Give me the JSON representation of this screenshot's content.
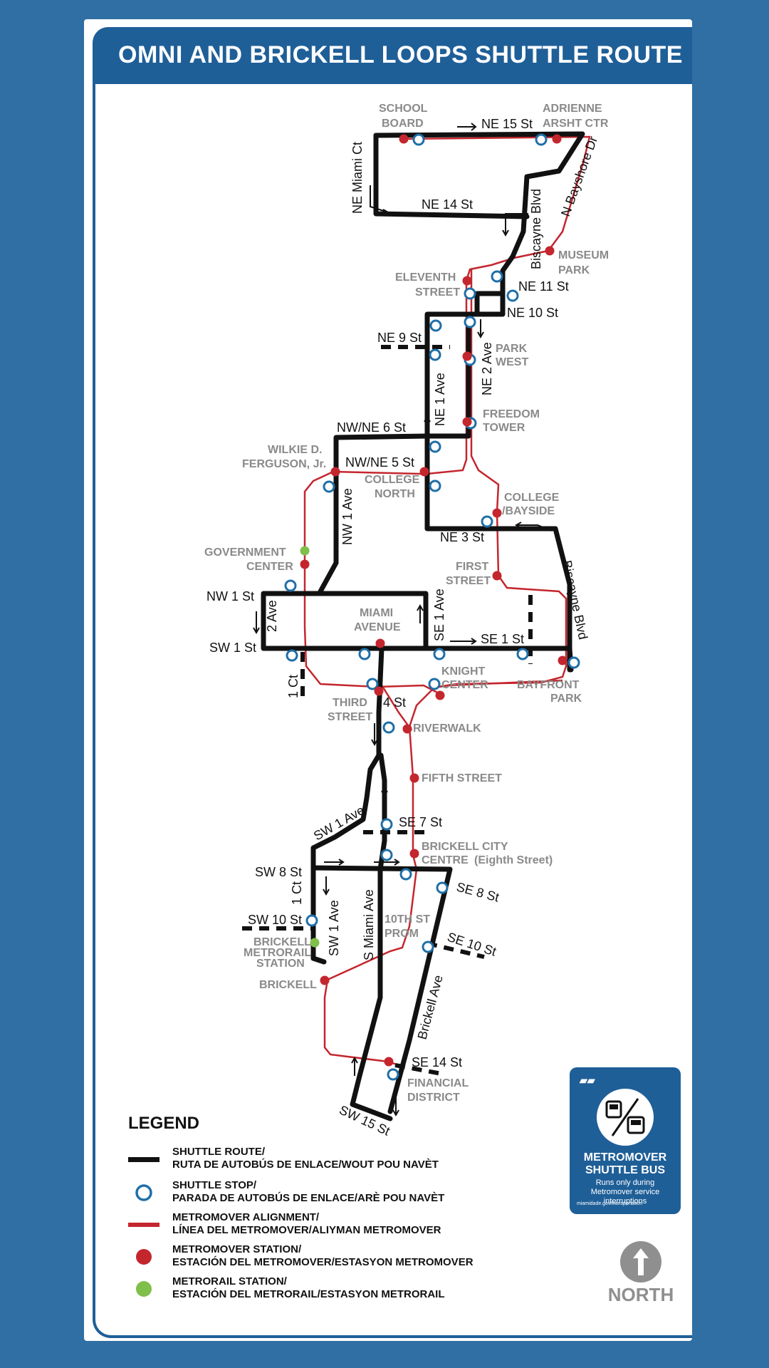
{
  "title": "OMNI AND BRICKELL LOOPS SHUTTLE ROUTE",
  "colors": {
    "background": "#2f6fa3",
    "header": "#1f5f98",
    "shuttle_route": "#111111",
    "metromover_alignment": "#c4262e",
    "shuttle_stop": "#1f6fa8",
    "metromover_station": "#c4262e",
    "metrorail_station": "#7fbf4a",
    "label_gray": "#8a8a8a"
  },
  "streets": {
    "ne15": "NE 15 St",
    "ne14": "NE 14 St",
    "ne_miami_ct": "NE Miami Ct",
    "biscayne_top": "Biscayne Blvd",
    "n_bayshore": "N Bayshore Dr",
    "ne11": "NE 11 St",
    "ne10": "NE 10 St",
    "ne9": "NE 9 St",
    "ne1ave": "NE 1 Ave",
    "ne2ave": "NE 2 Ave",
    "nw_ne6": "NW/NE 6 St",
    "nw_ne5": "NW/NE 5 St",
    "nw1ave": "NW 1 Ave",
    "ne3": "NE 3 St",
    "biscayne_mid": "Biscayne Blvd",
    "nw1st": "NW 1 St",
    "two_ave": "2 Ave",
    "sw1st": "SW 1 St",
    "one_ct": "1 Ct",
    "se1ave": "SE 1 Ave",
    "se1st": "SE 1 St",
    "four_st": "4 St",
    "sw1ave_diag": "SW 1 Ave",
    "se7": "SE 7 St",
    "sw8": "SW 8 St",
    "se8": "SE 8 St",
    "one_ct_low": "1 Ct",
    "sw10": "SW 10 St",
    "sw1ave": "SW 1 Ave",
    "s_miami_ave": "S Miami Ave",
    "se10": "SE 10 St",
    "brickell_ave": "Brickell Ave",
    "se14": "SE 14 St",
    "sw15": "SW 15 St"
  },
  "stations": {
    "school_board_1": "SCHOOL",
    "school_board_2": "BOARD",
    "adrienne_1": "ADRIENNE",
    "adrienne_2": "ARSHT CTR",
    "museum_1": "MUSEUM",
    "museum_2": "PARK",
    "eleventh_1": "ELEVENTH",
    "eleventh_2": "STREET",
    "park_west_1": "PARK",
    "park_west_2": "WEST",
    "freedom_1": "FREEDOM",
    "freedom_2": "TOWER",
    "wilkie_1": "WILKIE D.",
    "wilkie_2": "FERGUSON, Jr.",
    "college_north_1": "COLLEGE",
    "college_north_2": "NORTH",
    "college_bayside_1": "COLLEGE",
    "college_bayside_2": "/BAYSIDE",
    "government_1": "GOVERNMENT",
    "government_2": "CENTER",
    "first_street_1": "FIRST",
    "first_street_2": "STREET",
    "miami_avenue_1": "MIAMI",
    "miami_avenue_2": "AVENUE",
    "knight_1": "KNIGHT",
    "knight_2": "CENTER",
    "bayfront_1": "BAYFRONT",
    "bayfront_2": "PARK",
    "third_1": "THIRD",
    "third_2": "STREET",
    "riverwalk": "RIVERWALK",
    "fifth": "FIFTH STREET",
    "brickell_cc_1": "BRICKELL CITY",
    "brickell_cc_2": "CENTRE",
    "brickell_cc_3": "(Eighth Street)",
    "tenth_1": "10TH ST",
    "tenth_2": "PROM",
    "brickell_mr_1": "BRICKELL",
    "brickell_mr_2": "METRORAIL",
    "brickell_mr_3": "STATION",
    "brickell": "BRICKELL",
    "financial_1": "FINANCIAL",
    "financial_2": "DISTRICT"
  },
  "legend": {
    "title": "LEGEND",
    "items": [
      {
        "line1": "SHUTTLE ROUTE/",
        "line2": "RUTA DE AUTOBÚS DE ENLACE/WOUT POU NAVÈT",
        "symbol": "black-line"
      },
      {
        "line1": "SHUTTLE STOP/",
        "line2": "PARADA DE AUTOBÚS DE ENLACE/ARÈ POU NAVÈT",
        "symbol": "blue-ring"
      },
      {
        "line1": "METROMOVER ALIGNMENT/",
        "line2": "LÍNEA DEL METROMOVER/ALIYMAN METROMOVER",
        "symbol": "red-line"
      },
      {
        "line1": "METROMOVER STATION/",
        "line2": "ESTACIÓN DEL METROMOVER/ESTASYON METROMOVER",
        "symbol": "red-dot"
      },
      {
        "line1": "METRORAIL STATION/",
        "line2": "ESTACIÓN DEL METRORAIL/ESTASYON METRORAIL",
        "symbol": "green-dot"
      }
    ]
  },
  "badge": {
    "title1": "METROMOVER",
    "title2": "SHUTTLE BUS",
    "subtitle": "Runs only during Metromover service interruptions",
    "url": "miamidade.gov/transportation",
    "logo_icon": "metromover-logo-icon",
    "bus_icon": "shuttle-bus-icon"
  },
  "north": {
    "label": "NORTH",
    "icon": "north-arrow-icon"
  }
}
